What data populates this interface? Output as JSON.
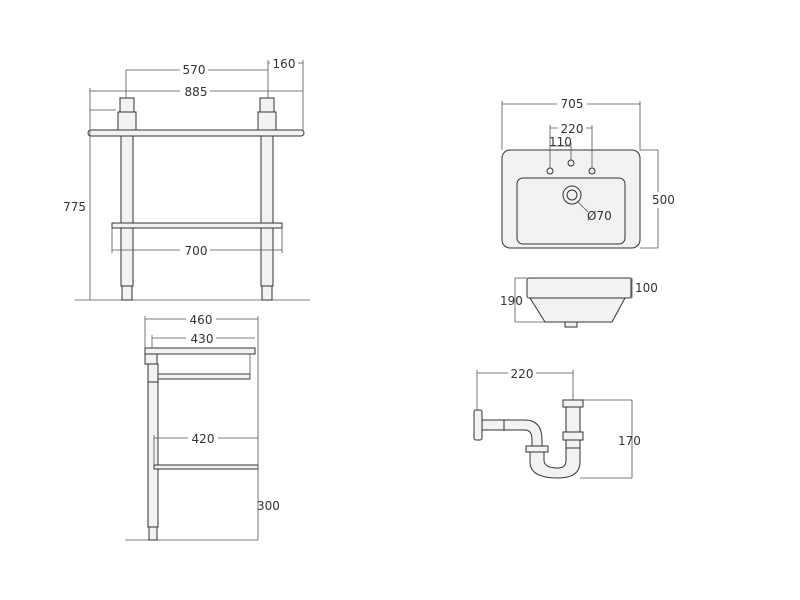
{
  "dimensions": {
    "front_depth_570": "570",
    "front_offset_160": "160",
    "front_width_885": "885",
    "front_height_775": "775",
    "front_shelf_700": "700",
    "side_depth_460": "460",
    "side_depth_430": "430",
    "side_shelf_420": "420",
    "side_shelf_height_300": "300",
    "basin_width_705": "705",
    "basin_depth_500": "500",
    "tap_spacing_220": "220",
    "tap_offset_110": "110",
    "drain_diameter": "Ø70",
    "basin_height_190": "190",
    "basin_rim_100": "100",
    "trap_width_220": "220",
    "trap_height_170": "170"
  }
}
